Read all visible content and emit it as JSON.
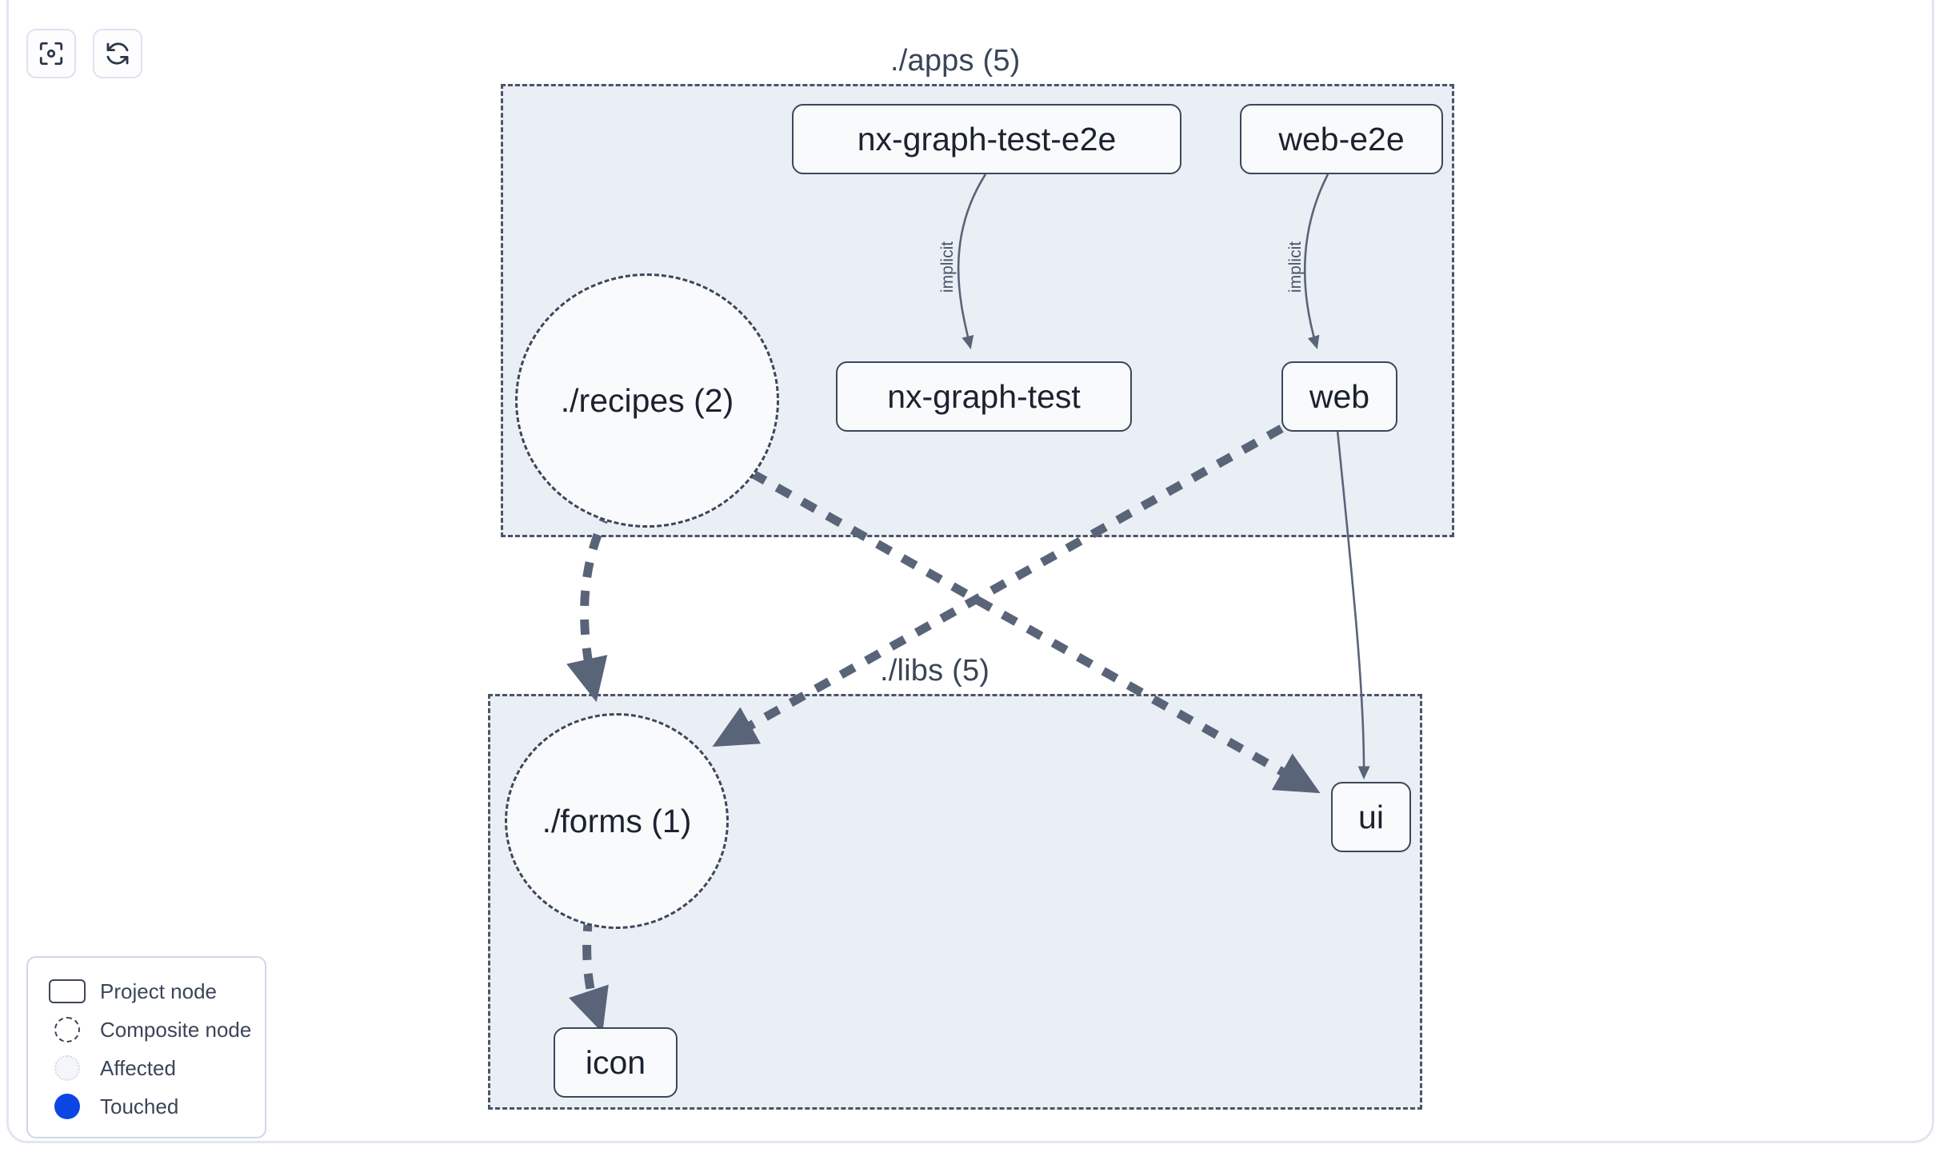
{
  "toolbar": {
    "buttons": [
      {
        "name": "focus-target-icon",
        "title": "Focus graph"
      },
      {
        "name": "refresh-icon",
        "title": "Refresh graph"
      }
    ]
  },
  "graph": {
    "groups": [
      {
        "id": "apps",
        "label": "./apps (5)"
      },
      {
        "id": "libs",
        "label": "./libs (5)"
      }
    ],
    "nodes": [
      {
        "id": "nx-graph-test-e2e",
        "label": "nx-graph-test-e2e",
        "kind": "project",
        "group": "apps"
      },
      {
        "id": "web-e2e",
        "label": "web-e2e",
        "kind": "project",
        "group": "apps"
      },
      {
        "id": "recipes",
        "label": "./recipes (2)",
        "kind": "composite",
        "group": "apps"
      },
      {
        "id": "nx-graph-test",
        "label": "nx-graph-test",
        "kind": "project",
        "group": "apps"
      },
      {
        "id": "web",
        "label": "web",
        "kind": "project",
        "group": "apps"
      },
      {
        "id": "forms",
        "label": "./forms (1)",
        "kind": "composite",
        "group": "libs"
      },
      {
        "id": "ui",
        "label": "ui",
        "kind": "project",
        "group": "libs"
      },
      {
        "id": "icon",
        "label": "icon",
        "kind": "project",
        "group": "libs"
      }
    ],
    "edges": [
      {
        "from": "nx-graph-test-e2e",
        "to": "nx-graph-test",
        "label": "implicit",
        "style": "solid"
      },
      {
        "from": "web-e2e",
        "to": "web",
        "label": "implicit",
        "style": "solid"
      },
      {
        "from": "recipes",
        "to": "forms",
        "label": "",
        "style": "dashed"
      },
      {
        "from": "recipes",
        "to": "ui",
        "label": "",
        "style": "dashed"
      },
      {
        "from": "web",
        "to": "forms",
        "label": "",
        "style": "dashed"
      },
      {
        "from": "web",
        "to": "ui",
        "label": "",
        "style": "solid"
      },
      {
        "from": "forms",
        "to": "icon",
        "label": "",
        "style": "dashed"
      }
    ]
  },
  "legend": {
    "items": [
      {
        "swatch": "project-node-swatch",
        "label": "Project node"
      },
      {
        "swatch": "composite-node-swatch",
        "label": "Composite node"
      },
      {
        "swatch": "affected-swatch",
        "label": "Affected"
      },
      {
        "swatch": "touched-swatch",
        "label": "Touched"
      }
    ]
  },
  "colors": {
    "group_fill": "#eaeef5",
    "node_fill": "#f8fafc",
    "node_border": "#3d4759",
    "edge": "#5a6478",
    "touched": "#0b46e5",
    "text": "#1b2230"
  }
}
